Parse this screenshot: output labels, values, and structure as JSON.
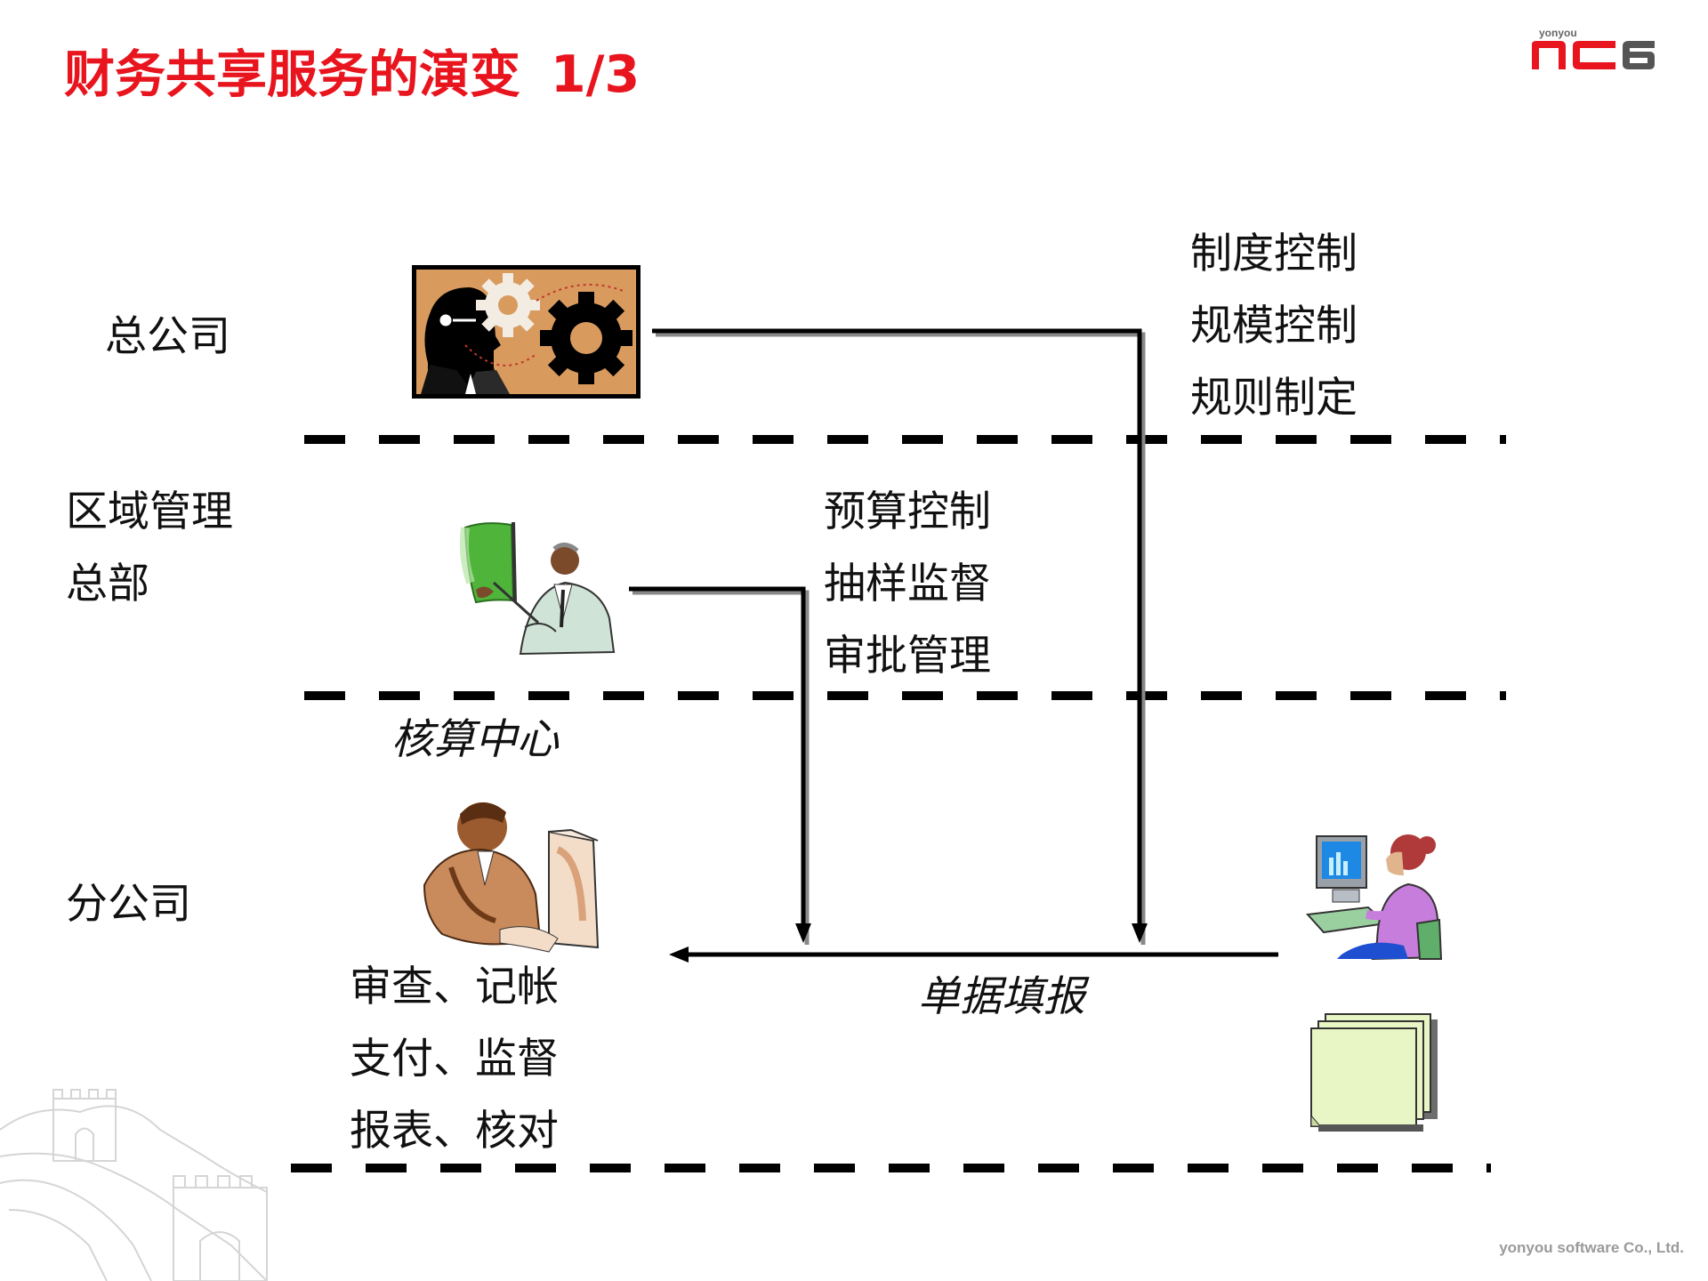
{
  "slide": {
    "title": "财务共享服务的演变",
    "title_number": "1/3",
    "logo": {
      "brand_small": "yonyou",
      "brand_main": "NC6"
    },
    "footer": "yonyou software Co., Ltd."
  },
  "levels": {
    "headquarters": "总公司",
    "regional_line1": "区域管理",
    "regional_line2": "总部",
    "branch": "分公司"
  },
  "hq_controls": [
    "制度控制",
    "规模控制",
    "规则制定"
  ],
  "regional_controls": [
    "预算控制",
    "抽样监督",
    "审批管理"
  ],
  "accounting_center": "核算中心",
  "branch_tasks": [
    "审查、记帐",
    "支付、监督",
    "报表、核对"
  ],
  "document_flow": "单据填报",
  "colors": {
    "title": "#e8141e",
    "lines": "#000000",
    "footer": "#9a9a9a"
  }
}
